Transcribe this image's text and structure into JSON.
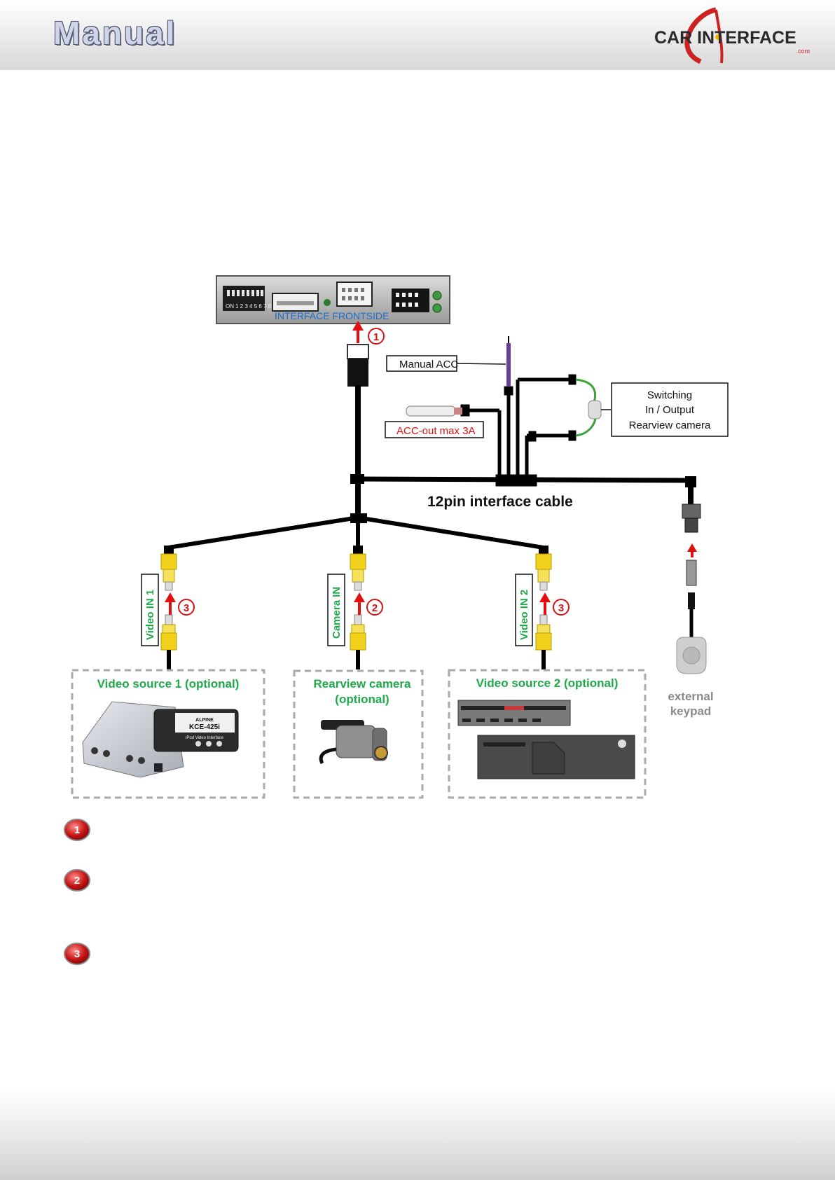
{
  "header": {
    "title": "Manual",
    "logo_text": "CAR INTERFACE",
    "logo_sub": ".com",
    "accent": "#cc2222"
  },
  "diagram": {
    "interface_label": "INTERFACE  FRONTSIDE",
    "dip_numbers": "1 2 3 4 5 6 7 8",
    "dip_on": "ON",
    "cable_label": "12pin interface cable",
    "manual_acc": "Manual ACC",
    "acc_out": "ACC-out max 3A",
    "switching": [
      "Switching",
      "In / Output",
      "Rearview camera"
    ],
    "rca_labels": [
      "Video IN 1",
      "Camera IN",
      "Video IN 2"
    ],
    "sources": [
      {
        "line1": "Video source 1 (optional)",
        "line2": ""
      },
      {
        "line1": "Rearview camera",
        "line2": "(optional)"
      },
      {
        "line1": "Video source 2 (optional)",
        "line2": ""
      }
    ],
    "device_text": [
      "KCE-425i",
      "ALPINE",
      "iPod Video Interface"
    ],
    "keypad": [
      "external",
      "keypad"
    ],
    "badges": [
      "1",
      "2",
      "3",
      "3"
    ]
  },
  "legend": {
    "items": [
      "1",
      "2",
      "3"
    ]
  },
  "colors": {
    "green": "#1faa4a",
    "red": "#e01010",
    "blue": "#1a6fd0",
    "cable": "#000000"
  }
}
